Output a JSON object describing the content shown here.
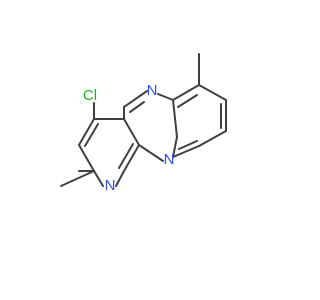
{
  "molecule": {
    "atoms": {
      "cl": {
        "symbol": "Cl",
        "color": "#1db51d"
      },
      "n1": {
        "symbol": "N",
        "color": "#3050f8"
      },
      "n2": {
        "symbol": "N",
        "color": "#3050f8"
      },
      "n3": {
        "symbol": "N",
        "color": "#3050f8"
      }
    },
    "bond_color": "#404040"
  }
}
